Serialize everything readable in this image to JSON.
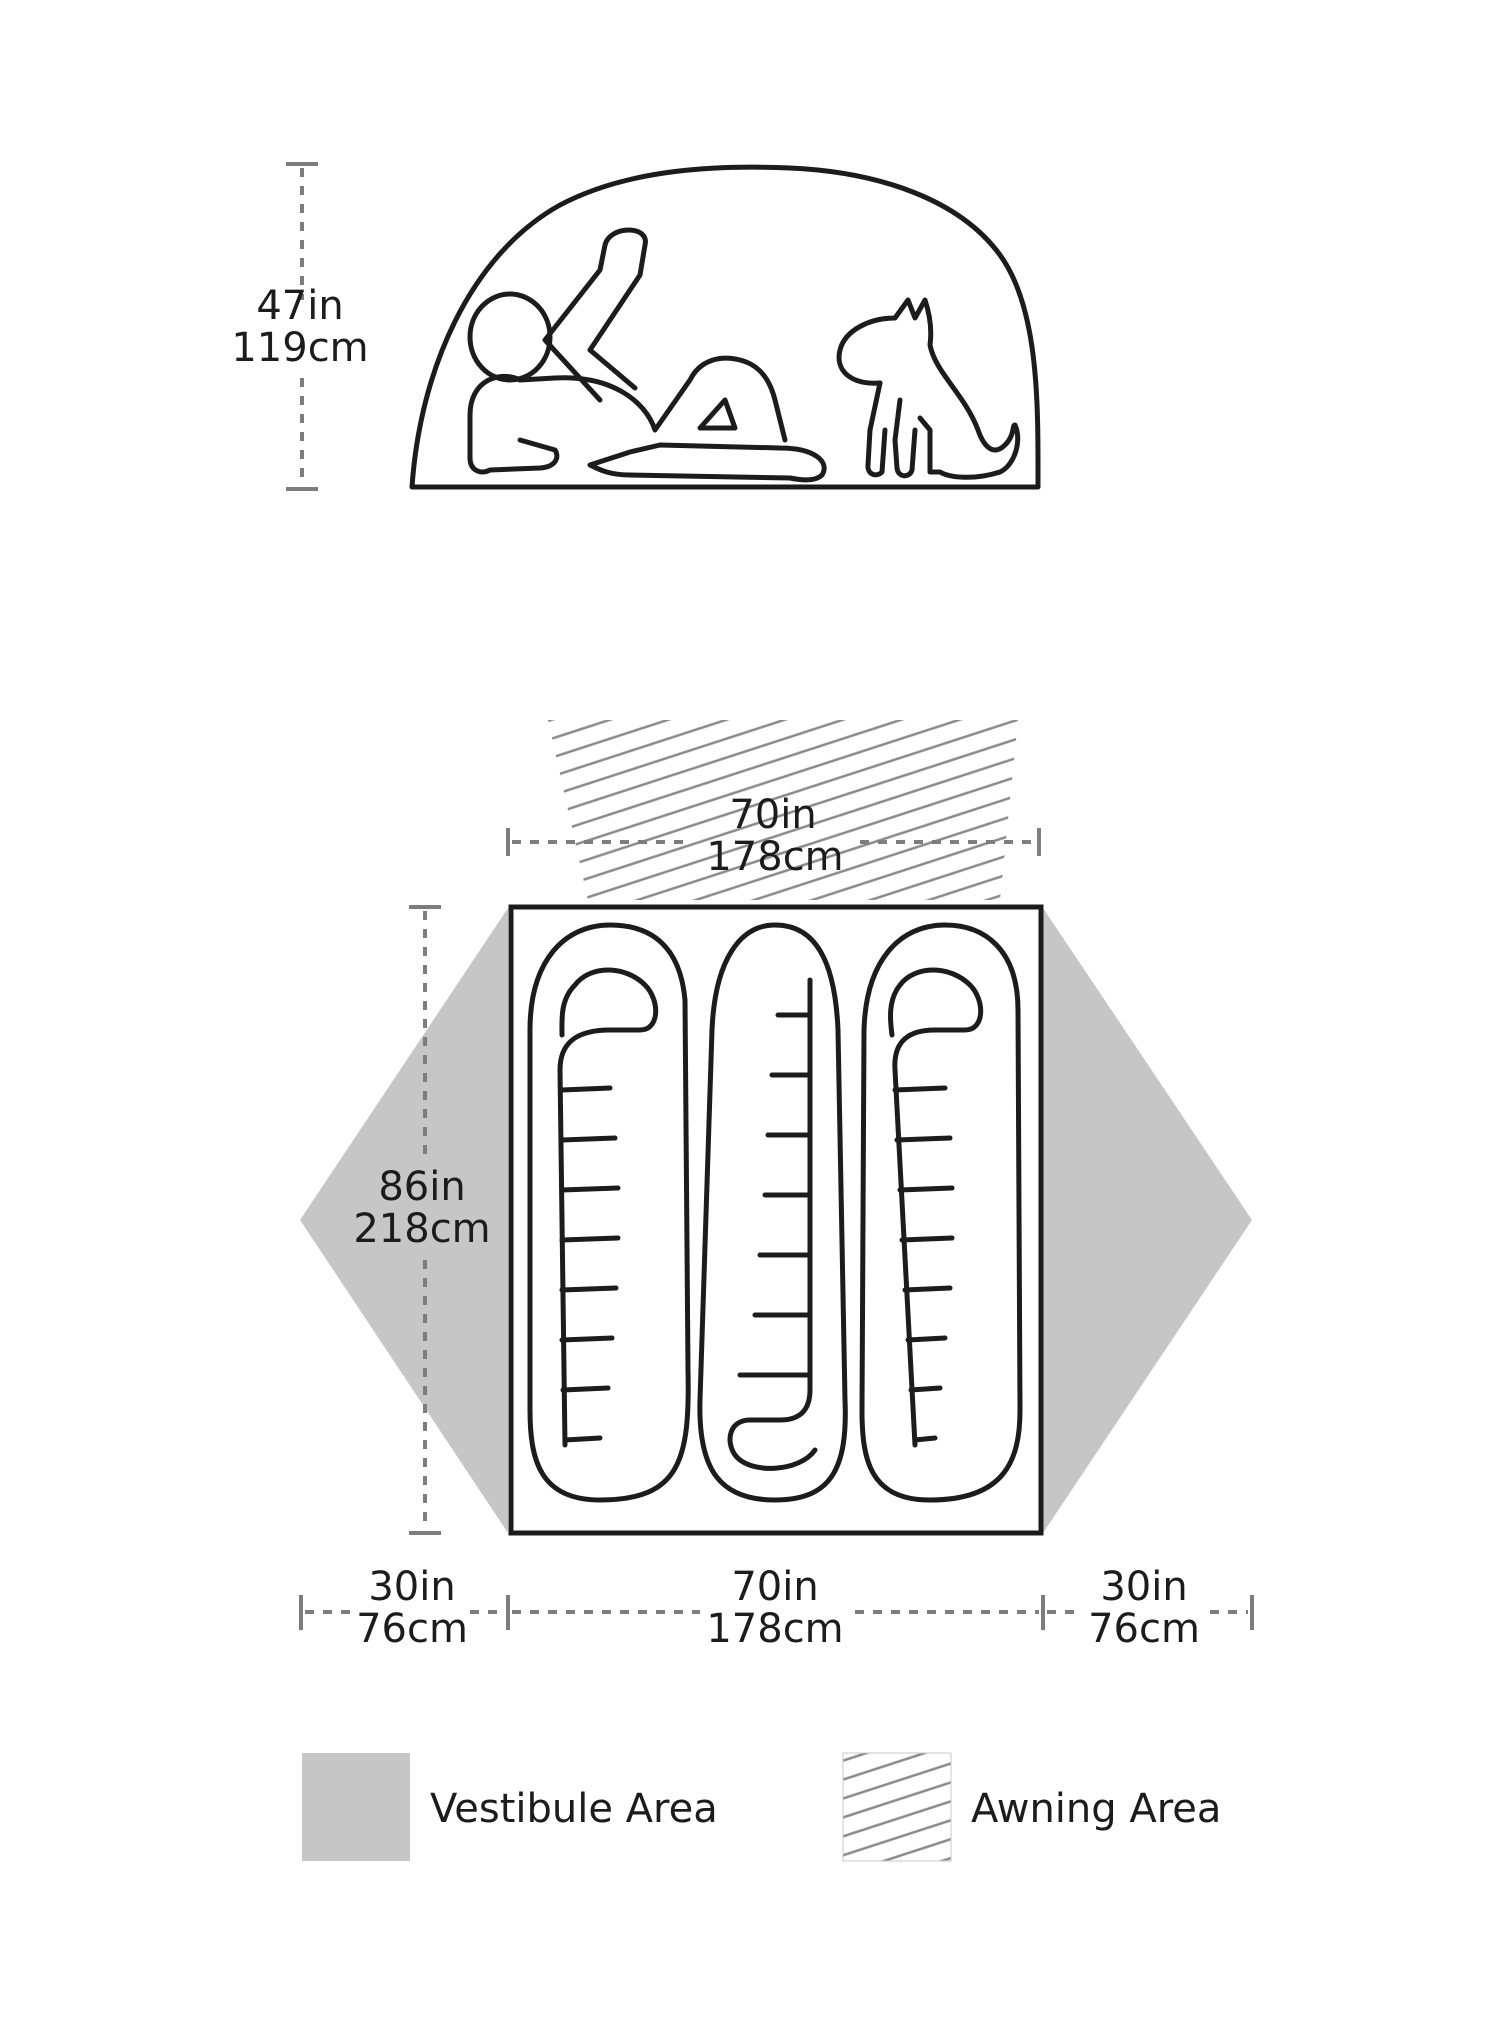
{
  "dimensions": {
    "height": {
      "in": "47in",
      "cm": "119cm"
    },
    "awning_width": {
      "in": "70in",
      "cm": "178cm"
    },
    "floor_length": {
      "in": "86in",
      "cm": "218cm"
    },
    "vestibule_left": {
      "in": "30in",
      "cm": "76cm"
    },
    "floor_width": {
      "in": "70in",
      "cm": "178cm"
    },
    "vestibule_right": {
      "in": "30in",
      "cm": "76cm"
    }
  },
  "legend": {
    "vestibule": {
      "label": "Vestibule Area",
      "color": "#c6c6c6"
    },
    "awning": {
      "label": "Awning Area"
    }
  },
  "colors": {
    "ink": "#1c1c1c",
    "dimension_line": "#7d7d7d",
    "vestibule_fill": "#c6c6c6"
  },
  "figures": {
    "side_view": [
      "person-reclining-icon",
      "dog-sitting-icon"
    ],
    "floor_plan": [
      "sleeping-bag-left-icon",
      "sleeping-bag-center-icon",
      "sleeping-bag-right-icon"
    ]
  }
}
